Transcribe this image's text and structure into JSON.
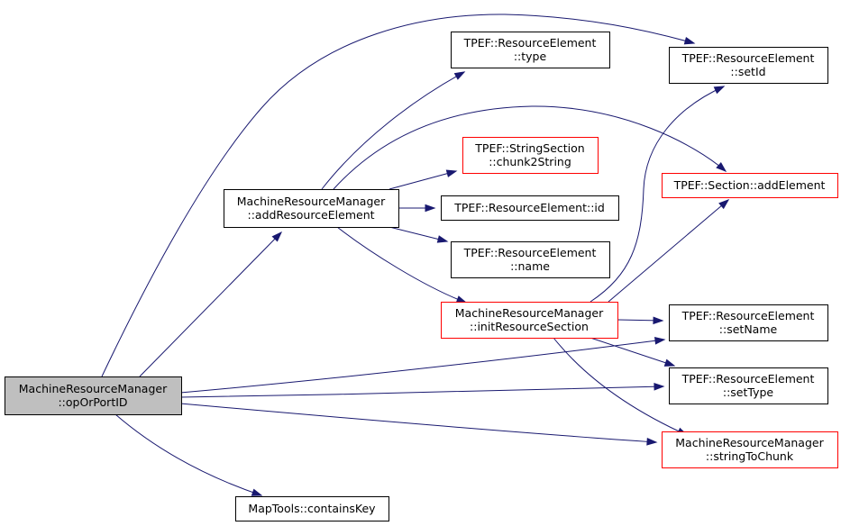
{
  "colors": {
    "edge": "#191970",
    "box_default": "#000000",
    "box_truncated": "#ff0000",
    "box_focus_fill": "#bfbfbf",
    "box_fill": "#ffffff"
  },
  "nodes": {
    "oporportid": {
      "lines": [
        "MachineResourceManager",
        "::opOrPortID"
      ],
      "style": "focus"
    },
    "addresourceelement": {
      "lines": [
        "MachineResourceManager",
        "::addResourceElement"
      ],
      "style": "default"
    },
    "containskey": {
      "lines": [
        "MapTools::containsKey"
      ],
      "style": "default"
    },
    "re_type": {
      "lines": [
        "TPEF::ResourceElement",
        "::type"
      ],
      "style": "default"
    },
    "chunk2string": {
      "lines": [
        "TPEF::StringSection",
        "::chunk2String"
      ],
      "style": "truncated"
    },
    "re_id": {
      "lines": [
        "TPEF::ResourceElement::id"
      ],
      "style": "default"
    },
    "re_name": {
      "lines": [
        "TPEF::ResourceElement",
        "::name"
      ],
      "style": "default"
    },
    "initresourcesection": {
      "lines": [
        "MachineResourceManager",
        "::initResourceSection"
      ],
      "style": "truncated"
    },
    "re_setid": {
      "lines": [
        "TPEF::ResourceElement",
        "::setId"
      ],
      "style": "default"
    },
    "addelement": {
      "lines": [
        "TPEF::Section::addElement"
      ],
      "style": "truncated"
    },
    "re_setname": {
      "lines": [
        "TPEF::ResourceElement",
        "::setName"
      ],
      "style": "default"
    },
    "re_settype": {
      "lines": [
        "TPEF::ResourceElement",
        "::setType"
      ],
      "style": "default"
    },
    "stringtochunk": {
      "lines": [
        "MachineResourceManager",
        "::stringToChunk"
      ],
      "style": "truncated"
    }
  },
  "edges": [
    {
      "from": "oporportid",
      "to": "re_setid"
    },
    {
      "from": "oporportid",
      "to": "addresourceelement"
    },
    {
      "from": "oporportid",
      "to": "re_setname"
    },
    {
      "from": "oporportid",
      "to": "re_settype"
    },
    {
      "from": "oporportid",
      "to": "stringtochunk"
    },
    {
      "from": "oporportid",
      "to": "containskey"
    },
    {
      "from": "addresourceelement",
      "to": "re_type"
    },
    {
      "from": "addresourceelement",
      "to": "addelement"
    },
    {
      "from": "addresourceelement",
      "to": "chunk2string"
    },
    {
      "from": "addresourceelement",
      "to": "re_id"
    },
    {
      "from": "addresourceelement",
      "to": "re_name"
    },
    {
      "from": "addresourceelement",
      "to": "initresourcesection"
    },
    {
      "from": "initresourcesection",
      "to": "re_setid"
    },
    {
      "from": "initresourcesection",
      "to": "addelement"
    },
    {
      "from": "initresourcesection",
      "to": "re_setname"
    },
    {
      "from": "initresourcesection",
      "to": "re_settype"
    },
    {
      "from": "initresourcesection",
      "to": "stringtochunk"
    }
  ]
}
